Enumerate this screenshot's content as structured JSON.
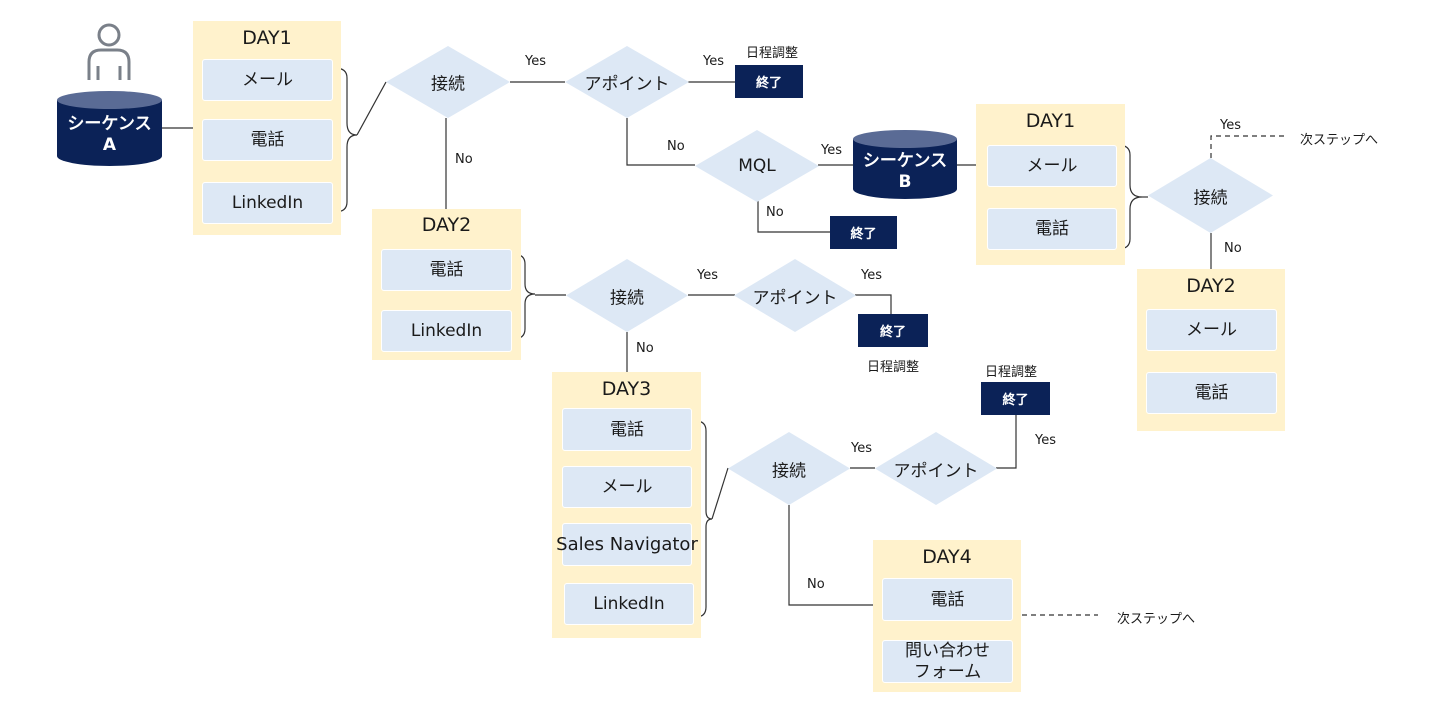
{
  "diagram": {
    "sequence_a": {
      "label_line1": "シーケンス",
      "label_line2": "A",
      "icon": "person-icon"
    },
    "sequence_b": {
      "label_line1": "シーケンス",
      "label_line2": "B"
    },
    "seq_a_day1": {
      "title": "DAY1",
      "items": [
        "メール",
        "電話",
        "LinkedIn"
      ]
    },
    "seq_a_day2": {
      "title": "DAY2",
      "items": [
        "電話",
        "LinkedIn"
      ]
    },
    "seq_a_day3": {
      "title": "DAY3",
      "items": [
        "電話",
        "メール",
        "Sales Navigator",
        "LinkedIn"
      ]
    },
    "seq_a_day4": {
      "title": "DAY4",
      "items": [
        "電話",
        "問い合わせ\nフォーム"
      ]
    },
    "seq_b_day1": {
      "title": "DAY1",
      "items": [
        "メール",
        "電話"
      ]
    },
    "seq_b_day2": {
      "title": "DAY2",
      "items": [
        "メール",
        "電話"
      ]
    },
    "decisions": {
      "connect": "接続",
      "appoint": "アポイント",
      "mql": "MQL"
    },
    "end_label": "終了",
    "schedule_label": "日程調整",
    "next_step_label": "次ステップへ",
    "yes": "Yes",
    "no": "No"
  },
  "colors": {
    "panel": "#fff2cc",
    "box": "#dde8f5",
    "decision": "#dde8f5",
    "end": "#0b2257",
    "cylinder_body": "#0b2257",
    "cylinder_top": "#5a6b95",
    "line": "#333333"
  }
}
